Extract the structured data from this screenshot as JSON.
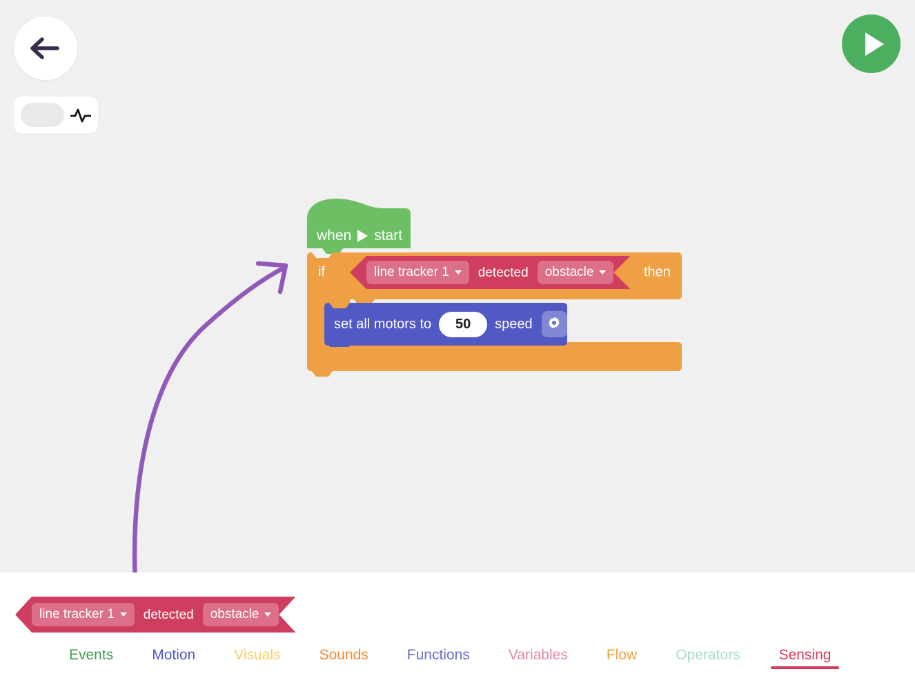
{
  "background_color": "#f0f0f0",
  "toolbar": {
    "back_icon": "arrow-left-icon",
    "run_icon": "play-icon",
    "run_color": "#4caf60",
    "monitor_toggle": {
      "state": "off",
      "icon": "pulse-icon"
    }
  },
  "script": {
    "hat_block": {
      "color": "#6cbf63",
      "word_when": "when",
      "icon": "play-triangle-icon",
      "word_start": "start"
    },
    "if_block": {
      "color": "#efa045",
      "word_if": "if",
      "word_then": "then"
    },
    "condition_block": {
      "color": "#cf3e5f",
      "field_color": "#dd7690",
      "sensor": "line tracker 1",
      "middle_text": "detected",
      "target": "obstacle",
      "dropdown_icon": "chevron-down-icon"
    },
    "motor_block": {
      "color": "#5159c4",
      "prefix": "set all motors to",
      "value": "50",
      "suffix": "speed",
      "settings_icon": "gear-icon"
    }
  },
  "annotation": {
    "arrow_color": "#9159b8",
    "type": "curved-arrow"
  },
  "palette": {
    "blocks": [
      {
        "type": "boolean",
        "color": "#cf3e5f",
        "sensor": "line tracker 1",
        "middle_text": "detected",
        "target": "obstacle"
      }
    ],
    "tabs": [
      {
        "label": "Events",
        "color": "#3f9a4f",
        "active": false
      },
      {
        "label": "Motion",
        "color": "#5159c4",
        "active": false
      },
      {
        "label": "Visuals",
        "color": "#f7cf6b",
        "active": false
      },
      {
        "label": "Sounds",
        "color": "#f4892f",
        "active": false
      },
      {
        "label": "Functions",
        "color": "#6b6fc9",
        "active": false
      },
      {
        "label": "Variables",
        "color": "#e08aab",
        "active": false
      },
      {
        "label": "Flow",
        "color": "#f2a23c",
        "active": false
      },
      {
        "label": "Operators",
        "color": "#a8ddcd",
        "active": false
      },
      {
        "label": "Sensing",
        "color": "#d33b5c",
        "active": true
      }
    ]
  }
}
